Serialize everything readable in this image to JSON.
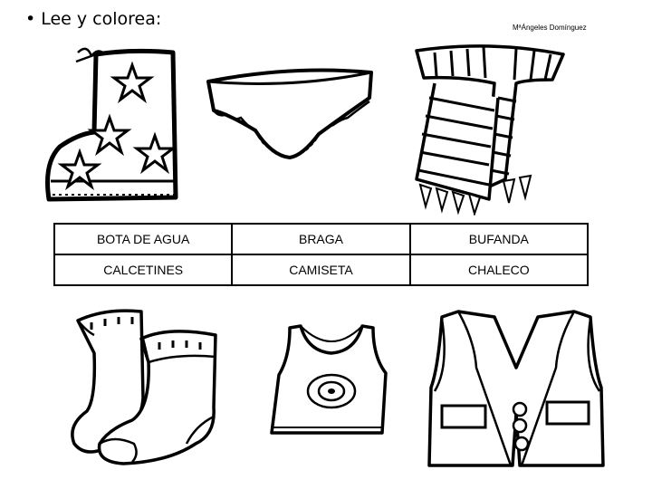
{
  "instruction": {
    "bullet": "•",
    "text": "Lee y colorea:"
  },
  "author": "MªÁngeles Domínguez",
  "words": [
    [
      "BOTA DE AGUA",
      "BRAGA",
      "BUFANDA"
    ],
    [
      "CALCETINES",
      "CAMISETA",
      "CHALECO"
    ]
  ],
  "drawings": {
    "top": [
      "boot-icon",
      "panties-icon",
      "scarf-icon"
    ],
    "bottom": [
      "socks-icon",
      "tank-top-icon",
      "vest-icon"
    ]
  }
}
